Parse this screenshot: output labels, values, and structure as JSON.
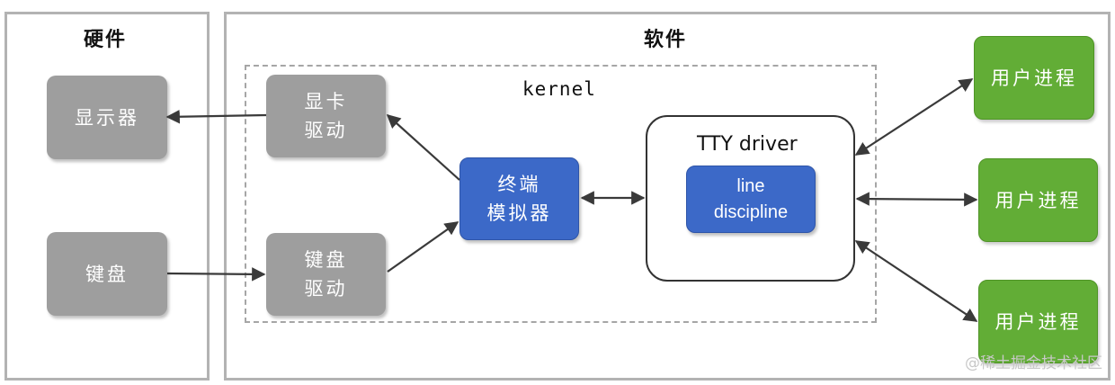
{
  "hardware": {
    "title": "硬件",
    "display": "显示器",
    "keyboard": "键盘"
  },
  "software": {
    "title": "软件",
    "kernel_label": "kernel",
    "gpu_driver": [
      "显卡",
      "驱动"
    ],
    "keyboard_driver": [
      "键盘",
      "驱动"
    ],
    "terminal_emulator": [
      "终端",
      "模拟器"
    ],
    "tty_driver": {
      "title": "TTY driver",
      "line_discipline": [
        "line",
        "discipline"
      ]
    },
    "user_processes": [
      "用户进程",
      "用户进程",
      "用户进程"
    ]
  },
  "watermark": "@稀土掘金技术社区",
  "colors": {
    "gray_node": "#9e9e9e",
    "blue_node": "#3c69c8",
    "green_node": "#62ad36",
    "arrow": "#3a3a3a",
    "panel_border": "#b3b3b3"
  }
}
